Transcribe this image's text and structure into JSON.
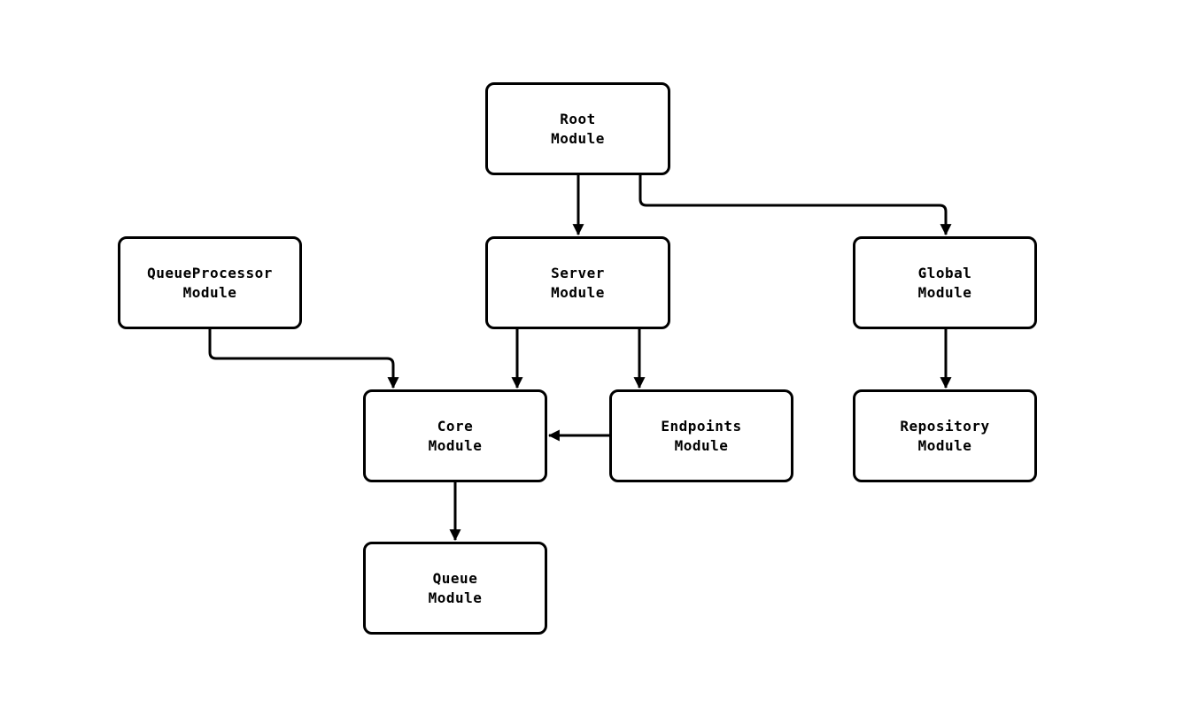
{
  "diagram": {
    "type": "flowchart",
    "direction": "top-down",
    "colors": {
      "background": "#ffffff",
      "node_fill": "#ffffff",
      "node_border": "#000000",
      "edge": "#000000",
      "text": "#000000"
    },
    "nodes": [
      {
        "id": "root",
        "label": "Root\nModule"
      },
      {
        "id": "server",
        "label": "Server\nModule"
      },
      {
        "id": "global",
        "label": "Global\nModule"
      },
      {
        "id": "queueprocessor",
        "label": "QueueProcessor\nModule"
      },
      {
        "id": "core",
        "label": "Core\nModule"
      },
      {
        "id": "endpoints",
        "label": "Endpoints\nModule"
      },
      {
        "id": "repository",
        "label": "Repository\nModule"
      },
      {
        "id": "queue",
        "label": "Queue\nModule"
      }
    ],
    "edges": [
      {
        "from": "root",
        "to": "server"
      },
      {
        "from": "root",
        "to": "global"
      },
      {
        "from": "queueprocessor",
        "to": "core"
      },
      {
        "from": "server",
        "to": "core"
      },
      {
        "from": "server",
        "to": "endpoints"
      },
      {
        "from": "endpoints",
        "to": "core"
      },
      {
        "from": "global",
        "to": "repository"
      },
      {
        "from": "core",
        "to": "queue"
      }
    ]
  }
}
